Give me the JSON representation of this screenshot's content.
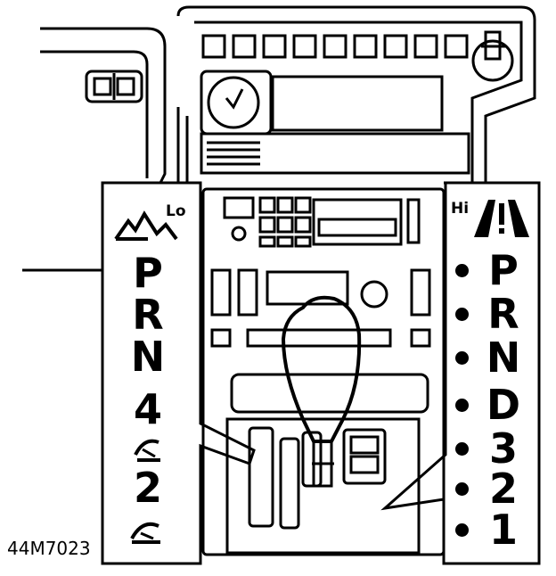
{
  "figure_id": "44M7023",
  "left_panel": {
    "mode_label": "Lo",
    "mode_icon": "mountain-icon",
    "gears": [
      "P",
      "R",
      "N",
      "4",
      "2"
    ],
    "snow_icons": [
      "snowflake-icon",
      "snowflake-icon"
    ]
  },
  "right_panel": {
    "mode_label": "Hi",
    "mode_icon": "road-icon",
    "gears": [
      "P",
      "R",
      "N",
      "D",
      "3",
      "2",
      "1"
    ]
  },
  "colors": {
    "ink": "#000000",
    "paper": "#ffffff"
  }
}
